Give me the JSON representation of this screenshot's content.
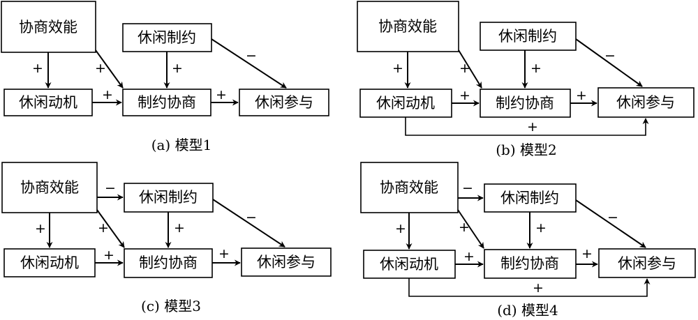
{
  "nodes": {
    "efficacy": "协商效能",
    "constraint": "休闲制约",
    "motivation": "休闲动机",
    "negotiation": "制约协商",
    "participation": "休闲参与"
  },
  "signs": {
    "plus": "+",
    "minus": "−"
  },
  "models": [
    {
      "id": "a",
      "caption": "(a) 模型1",
      "efficacy_to_constraint": false,
      "motivation_to_participation": false
    },
    {
      "id": "b",
      "caption": "(b) 模型2",
      "efficacy_to_constraint": false,
      "motivation_to_participation": true
    },
    {
      "id": "c",
      "caption": "(c) 模型3",
      "efficacy_to_constraint": true,
      "motivation_to_participation": false
    },
    {
      "id": "d",
      "caption": "(d) 模型4",
      "efficacy_to_constraint": true,
      "motivation_to_participation": true
    }
  ]
}
